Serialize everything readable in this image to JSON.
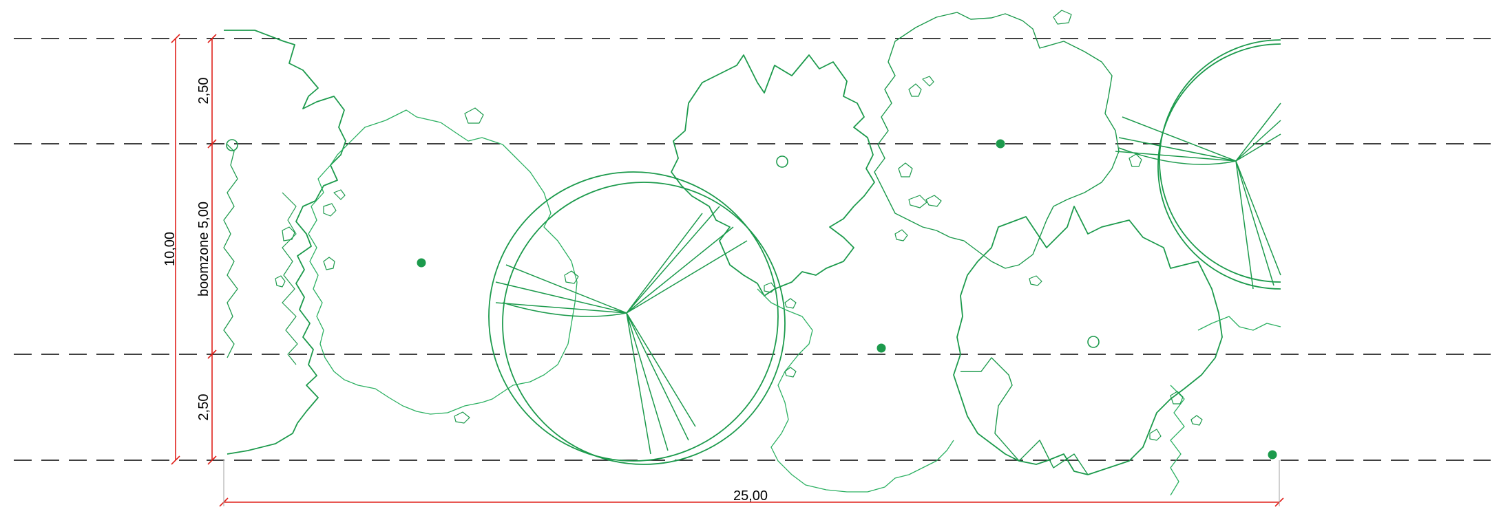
{
  "colors": {
    "tree_green": "#1c9a4c",
    "tree_green_light": "#2bb061",
    "dimension_red": "#e0201a",
    "guide_black": "#000000",
    "background": "#ffffff"
  },
  "dimensions": {
    "total_width_label": "25,00",
    "total_height_label": "10,00",
    "top_band_label": "2,50",
    "middle_band_label": "boomzone 5,00",
    "bottom_band_label": "2,50"
  },
  "legend": {
    "trunk_filled": "filled-trunk-dot",
    "trunk_open": "open-trunk-circle"
  }
}
